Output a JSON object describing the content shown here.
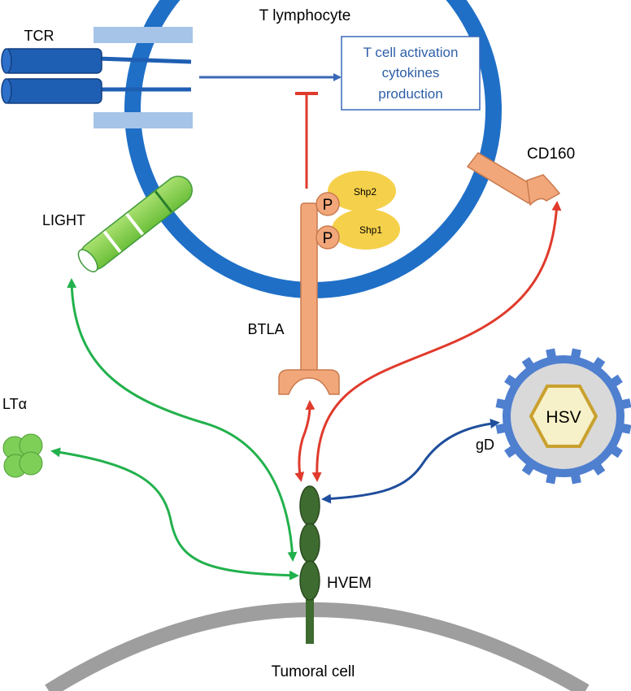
{
  "labels": {
    "t_lymphocyte": "T lymphocyte",
    "tcr": "TCR",
    "activation_line1": "T cell activation",
    "activation_line2": "cytokines",
    "activation_line3": "production",
    "cd160": "CD160",
    "light": "LIGHT",
    "btla": "BTLA",
    "p1": "P",
    "p2": "P",
    "shp2": "Shp2",
    "shp1": "Shp1",
    "lta": "LTα",
    "hsv": "HSV",
    "gd": "gD",
    "hvem": "HVEM",
    "tumoral_cell": "Tumoral cell"
  },
  "colors": {
    "t_cell_membrane": "#1f6fc6",
    "tcr": "#1f5fb3",
    "tcr_band": "#a6c4e8",
    "activation_arrow": "#3a68b8",
    "inhibition": "#e03a2c",
    "btla": "#f2a77a",
    "btla_stroke": "#c97a4e",
    "shp": "#f5d04a",
    "light": "#8dd14a",
    "light_stroke": "#3f9a3a",
    "green_arrow": "#22b14c",
    "red_arrow": "#e03a2c",
    "hsv_arrow": "#1f4e9c",
    "hvem": "#3e6b2f",
    "hsv_spikes": "#4f7fcf",
    "hsv_core": "#f7f1c9",
    "hsv_hex_stroke": "#c9a12e",
    "tumoral_membrane": "#9e9e9e",
    "lta": "#7dcf58"
  }
}
